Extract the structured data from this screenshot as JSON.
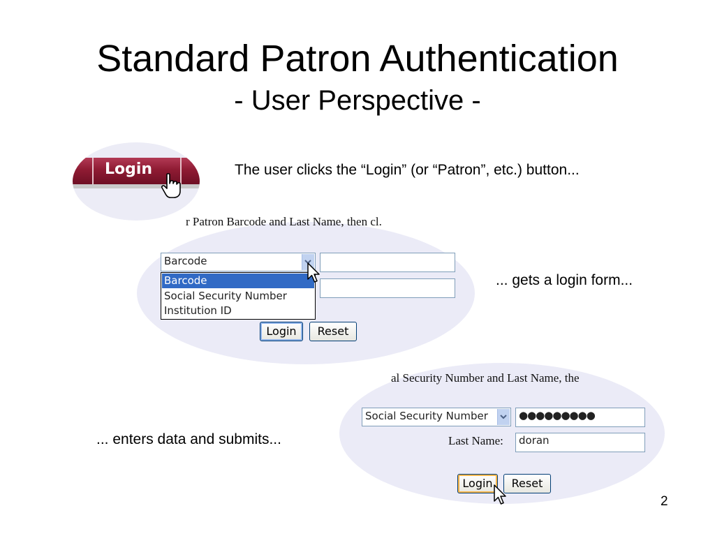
{
  "slide": {
    "title": "Standard Patron Authentication",
    "subtitle": "- User Perspective -",
    "page_number": "2"
  },
  "step1": {
    "caption": "The user clicks the “Login” (or “Patron”, etc.) button...",
    "tab_label": "Login"
  },
  "step2": {
    "caption": "... gets a login form...",
    "instruction": "r Patron Barcode and Last Name, then cl.",
    "select_value": "Barcode",
    "options": [
      "Barcode",
      "Social Security Number",
      "Institution ID"
    ],
    "login_button": "Login",
    "reset_button": "Reset"
  },
  "step3": {
    "caption": "... enters data and submits...",
    "instruction": "al Security Number and Last Name, the",
    "select_value": "Social Security Number",
    "id_value": "●●●●●●●●●",
    "last_name_label": "Last Name:",
    "last_name_value": "doran",
    "login_button": "Login",
    "reset_button": "Reset"
  },
  "colors": {
    "tab_bar": "#8f1b33",
    "oval": "#ebebf7",
    "selected_option": "#316ac5",
    "input_border": "#7f9db9"
  }
}
